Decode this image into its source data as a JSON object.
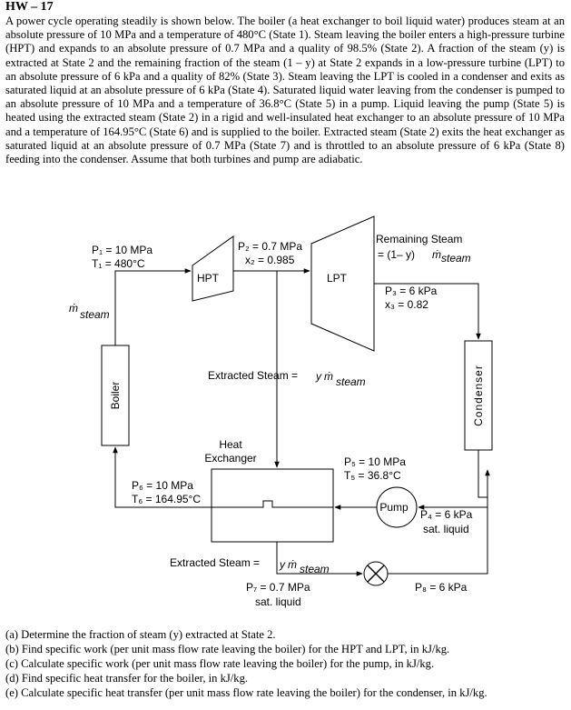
{
  "doc": {
    "title": "HW – 17",
    "paragraph": "A power cycle operating steadily is shown below. The boiler (a heat exchanger to boil liquid water) produces steam at an absolute pressure of 10 MPa and a temperature of 480°C (State 1). Steam leaving the boiler enters a high-pressure turbine (HPT) and expands to an absolute pressure of 0.7 MPa and a quality of 98.5% (State 2). A fraction of the steam (y) is extracted at State 2 and the remaining fraction of the steam (1 – y) at State 2 expands in a low-pressure turbine (LPT) to an absolute pressure of 6 kPa and a quality of 82% (State 3). Steam leaving the LPT is cooled in a condenser and exits as saturated liquid at an absolute pressure of 6 kPa (State 4). Saturated liquid water leaving from the condenser is pumped to an absolute pressure of 10 MPa and a temperature of 36.8°C (State 5) in a pump. Liquid leaving the pump (State 5) is heated using the extracted steam (State 2) in a rigid and well-insulated heat exchanger to an absolute pressure of 10 MPa and a temperature of 164.95°C (State 6) and is supplied to the boiler. Extracted steam (State 2) exits the heat exchanger as saturated liquid at an absolute pressure of 0.7 MPa (State 7) and is throttled to an absolute pressure of 6 kPa (State 8) feeding into the condenser. Assume that both turbines and pump are adiabatic.",
    "questions": [
      "(a) Determine the fraction of steam (y) extracted at State 2.",
      "(b) Find specific work (per unit mass flow rate leaving the boiler) for the HPT and LPT, in kJ/kg.",
      "(c) Calculate specific work (per unit mass flow rate leaving the boiler) for the pump, in kJ/kg.",
      "(d) Find specific heat transfer for the boiler, in kJ/kg.",
      "(e) Calculate specific heat transfer (per unit mass flow rate leaving the boiler) for the condenser, in kJ/kg."
    ]
  },
  "diagram": {
    "state1_p": "P₁ = 10 MPa",
    "state1_t": "T₁ = 480°C",
    "state2_p": "P₂ = 0.7 MPa",
    "state2_x": "x₂ = 0.985",
    "state3_p": "P₃ = 6 kPa",
    "state3_x": "x₃ = 0.82",
    "state4_p": "P₄ = 6 kPa",
    "state4_note": "sat. liquid",
    "state5_p": "P₅ = 10 MPa",
    "state5_t": "T₅ = 36.8°C",
    "state6_p": "P₆ = 10 MPa",
    "state6_t": "T₆ = 164.95°C",
    "state7_p": "P₇ = 0.7 MPa",
    "state7_note": "sat. liquid",
    "state8_p": "P₈ = 6 kPa",
    "hpt": "HPT",
    "lpt": "LPT",
    "boiler": "Boiler",
    "condenser": "Condenser",
    "pump": "Pump",
    "hx_line1": "Heat",
    "hx_line2": "Exchanger",
    "mdot_symbol": "ṁ",
    "mdot_sub": "steam",
    "remaining_line1": "Remaining Steam",
    "remaining_prefix": "= (1– y)",
    "extracted_prefix": "Extracted Steam = ",
    "extracted_y": "y",
    "extracted2_prefix": "Extracted Steam = ",
    "extracted2_y": "y"
  }
}
